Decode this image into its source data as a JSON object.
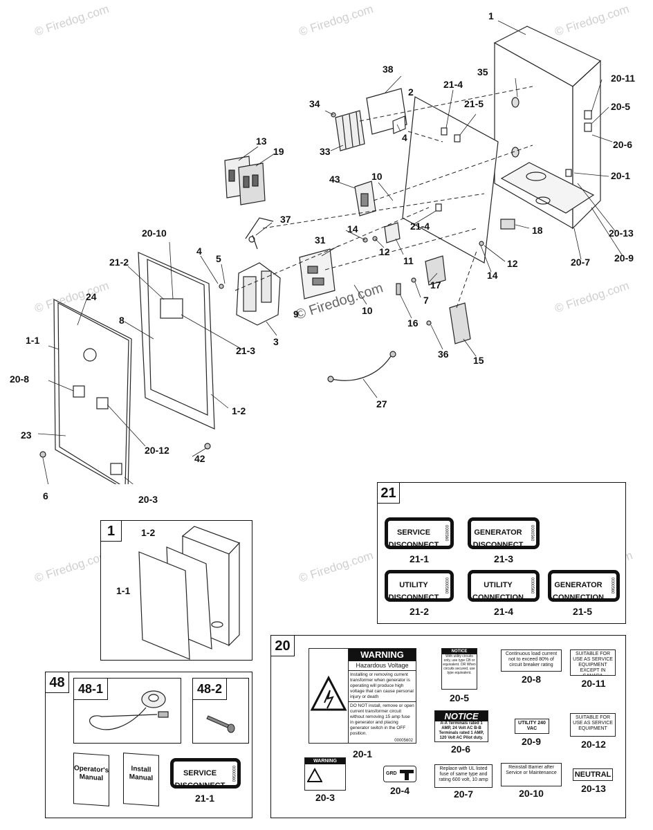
{
  "watermark": "© Firedog.com",
  "main_callouts": {
    "c1": "1",
    "c38": "38",
    "c35": "35",
    "c20_11": "20-11",
    "c2": "2",
    "c21_4a": "21-4",
    "c21_5": "21-5",
    "c20_5": "20-5",
    "c34": "34",
    "c20_6": "20-6",
    "c4a": "4",
    "c33": "33",
    "c13": "13",
    "c19": "19",
    "c20_1": "20-1",
    "c43": "43",
    "c10a": "10",
    "c37": "37",
    "c18": "18",
    "c14a": "14",
    "c21_4b": "21-4",
    "c20_13": "20-13",
    "c20_10": "20-10",
    "c31": "31",
    "c12a": "12",
    "c20_9": "20-9",
    "c11": "11",
    "c12b": "12",
    "c20_7": "20-7",
    "c21_2": "21-2",
    "c4b": "4",
    "c5": "5",
    "c14b": "14",
    "c17": "17",
    "c24": "24",
    "c7": "7",
    "c10b": "10",
    "c9": "9",
    "c8": "8",
    "c21_3": "21-3",
    "c3": "3",
    "c16": "16",
    "c1_1": "1-1",
    "c36": "36",
    "c15": "15",
    "c20_8": "20-8",
    "c27": "27",
    "c1_2": "1-2",
    "c23": "23",
    "c20_12": "20-12",
    "c42": "42",
    "c6": "6",
    "c20_3": "20-3"
  },
  "panel1": {
    "id": "1",
    "c1_2": "1-2",
    "c1_1": "1-1"
  },
  "panel21": {
    "id": "21",
    "labels": [
      {
        "line1": "SERVICE",
        "line2": "DISCONNECT",
        "code": "0000560",
        "caption": "21-1"
      },
      {
        "line1": "GENERATOR",
        "line2": "DISCONNECT",
        "code": "0000560",
        "caption": "21-3"
      },
      {
        "line1": "UTILITY",
        "line2": "DISCONNECT",
        "code": "0000560",
        "caption": "21-2"
      },
      {
        "line1": "UTILITY",
        "line2": "CONNECTION",
        "code": "0000560",
        "caption": "21-4"
      },
      {
        "line1": "GENERATOR",
        "line2": "CONNECTION",
        "code": "0000560",
        "caption": "21-5"
      }
    ]
  },
  "panel20": {
    "id": "20",
    "warning": {
      "head": "WARNING",
      "title": "Hazardous Voltage",
      "body1": "Installing or removing current transformer when generator is operating will produce high voltage that can cause personal injury or death",
      "body2": "DO NOT install, remove or open current transformer circuit without removing 15 amp fuse in generator and placing generator switch in the OFF position.",
      "code": "00005602",
      "caption": "20-1"
    },
    "notice_small": {
      "head": "NOTICE",
      "body": "With utility circuits only, use type CB or equivalent. OR When circuits secured, use type equivalent.",
      "caption": "20-5"
    },
    "notice_big": {
      "head": "NOTICE",
      "body": "A-A Terminals rated 1 AMP, 24 Volt AC B-B Terminals rated 1 AMP, 120 Volt AC Pilot duty.",
      "caption": "20-6"
    },
    "load": {
      "text": "Continuous load current not to exceed 80% of circuit breaker rating",
      "caption": "20-8"
    },
    "service_eq1": {
      "text": "SUITABLE FOR USE AS SERVICE EQUIPMENT EXCEPT IN CANADA",
      "caption": "20-11"
    },
    "utility240": {
      "text": "UTILITY 240 VAC",
      "caption": "20-9"
    },
    "service_eq2": {
      "text": "SUITABLE FOR USE AS SERVICE EQUIPMENT",
      "caption": "20-12"
    },
    "warning_small": {
      "head": "WARNING",
      "caption": "20-3"
    },
    "grd": {
      "text": "GRD",
      "caption": "20-4"
    },
    "fuse": {
      "text": "Replace with UL listed fuse of same type and rating 600 volt, 10 amp",
      "caption": "20-7"
    },
    "reinstall": {
      "text": "Reinstall Barrier after Service or Maintenance",
      "caption": "20-10"
    },
    "neutral": {
      "text": "NEUTRAL",
      "caption": "20-13"
    }
  },
  "panel48": {
    "id": "48",
    "sub1": "48-1",
    "sub2": "48-2",
    "manual1": "Operator's Manual",
    "manual2": "Install Manual",
    "label": {
      "line1": "SERVICE",
      "line2": "DISCONNECT",
      "code": "0000560",
      "caption": "21-1"
    }
  }
}
